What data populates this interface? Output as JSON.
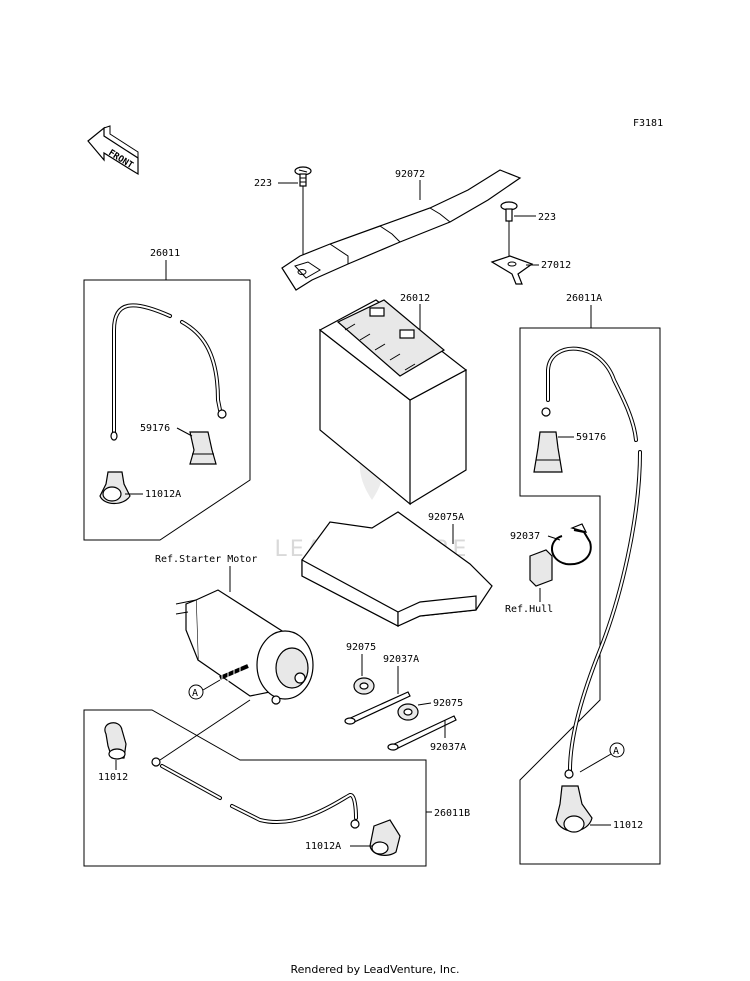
{
  "diagram_code": "F3181",
  "front_label": "FRONT",
  "watermark": "LEADVENTURE",
  "footer": "Rendered by LeadVenture, Inc.",
  "labels": {
    "screw_left": "223",
    "strap": "92072",
    "screw_right": "223",
    "bracket": "27012",
    "cable_left": "26011",
    "battery": "26012",
    "cable_right": "26011A",
    "boot_left": "59176",
    "cap_left": "11012A",
    "boot_right": "59176",
    "mat": "92075A",
    "clamp": "92037",
    "hull_ref": "Ref.Hull",
    "starter_ref": "Ref.Starter Motor",
    "grommet_top": "92075",
    "tie_top": "92037A",
    "grommet_bottom": "92075",
    "tie_bottom": "92037A",
    "marker_left": "A",
    "marker_right": "A",
    "cap_bottom_left": "11012",
    "cable_bottom": "26011B",
    "cap_bottom": "11012A",
    "cap_right": "11012"
  }
}
